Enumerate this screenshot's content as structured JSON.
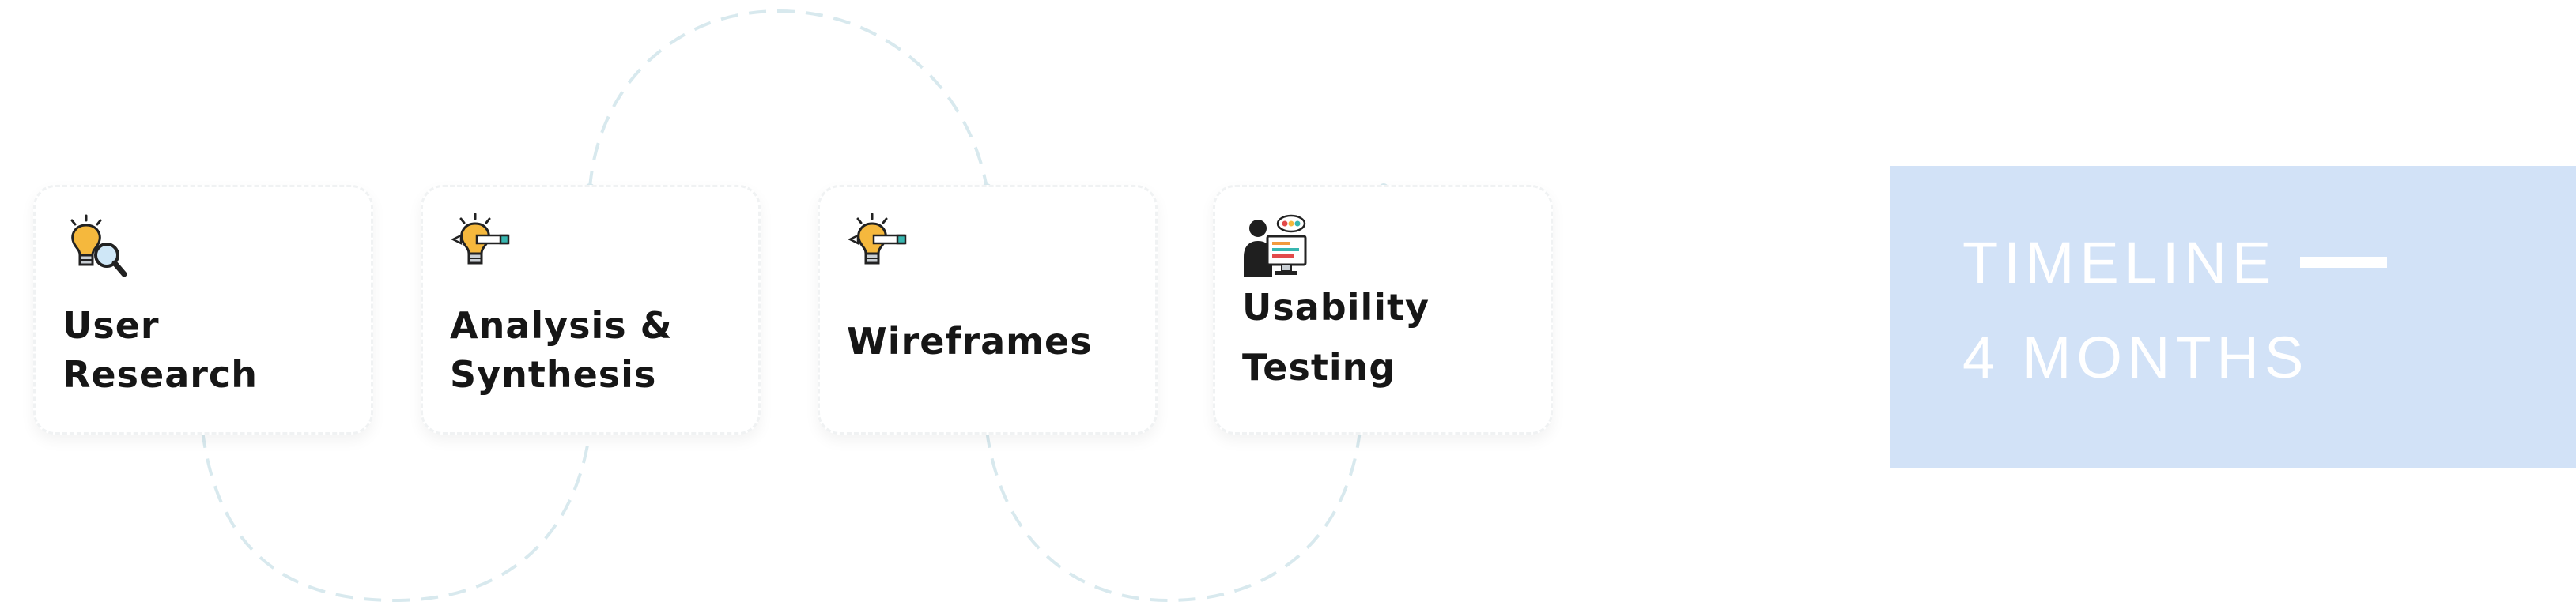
{
  "steps": [
    {
      "label": "User\nResearch",
      "icon": "lightbulb-magnifier-icon"
    },
    {
      "label": "Analysis &\nSynthesis",
      "icon": "lightbulb-pencil-icon"
    },
    {
      "label": "Wireframes",
      "icon": "lightbulb-pencil-icon"
    },
    {
      "label": "Usability\nTesting",
      "icon": "user-computer-testing-icon"
    }
  ],
  "timeline": {
    "label": "TIMELINE",
    "duration": "4 MONTHS"
  },
  "colors": {
    "panel_background": "#d2e2f7",
    "connector": "#d8e9ee",
    "card_text": "#161616"
  }
}
